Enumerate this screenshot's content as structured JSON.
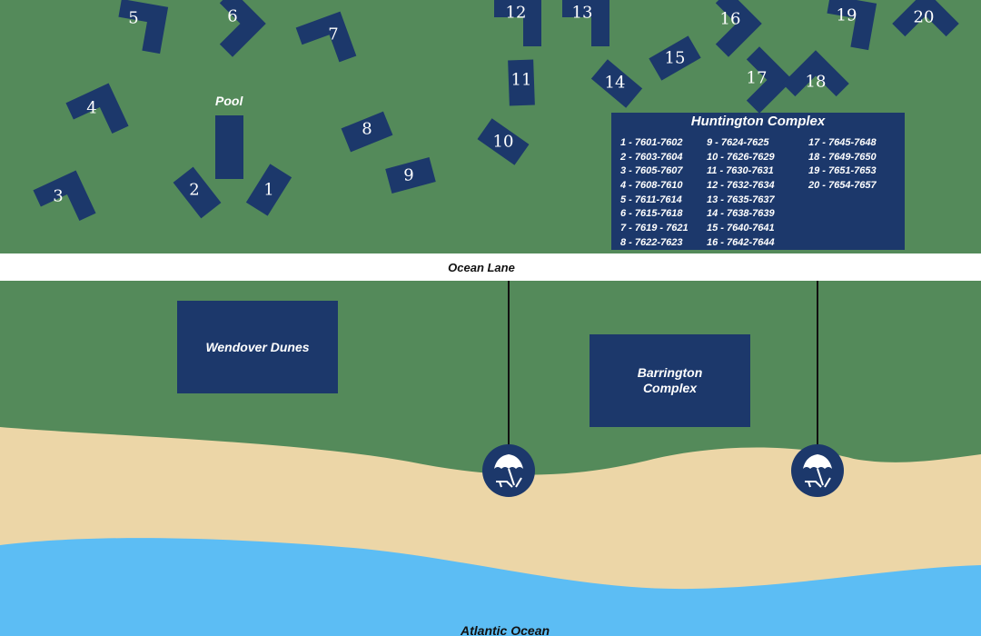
{
  "colors": {
    "grass": "#548a5a",
    "building": "#1c386b",
    "road": "#ffffff",
    "sand": "#ecd6a7",
    "ocean": "#5cbdf4",
    "label_dark": "#111111"
  },
  "pool": {
    "label": "Pool"
  },
  "road": {
    "label": "Ocean Lane"
  },
  "ocean": {
    "label": "Atlantic Ocean"
  },
  "complexes": {
    "wendover": {
      "label": "Wendover Dunes"
    },
    "barrington": {
      "line1": "Barrington",
      "line2": "Complex"
    }
  },
  "beach_access": [
    {
      "icon": "beach-umbrella-icon"
    },
    {
      "icon": "beach-umbrella-icon"
    }
  ],
  "buildings": [
    "1",
    "2",
    "3",
    "4",
    "5",
    "6",
    "7",
    "8",
    "9",
    "10",
    "11",
    "12",
    "13",
    "14",
    "15",
    "16",
    "17",
    "18",
    "19",
    "20"
  ],
  "legend": {
    "title": "Huntington Complex",
    "col1": [
      "1 - 7601-7602",
      "2 - 7603-7604",
      "3 - 7605-7607",
      "4 - 7608-7610",
      "5 - 7611-7614",
      "6 - 7615-7618",
      "7 - 7619 - 7621",
      "8 - 7622-7623"
    ],
    "col2": [
      "9 - 7624-7625",
      "10 - 7626-7629",
      "11 - 7630-7631",
      "12 - 7632-7634",
      "13 - 7635-7637",
      "14 - 7638-7639",
      "15 - 7640-7641",
      "16 - 7642-7644"
    ],
    "col3": [
      "17 - 7645-7648",
      "18 - 7649-7650",
      "19 - 7651-7653",
      "20 - 7654-7657"
    ]
  }
}
